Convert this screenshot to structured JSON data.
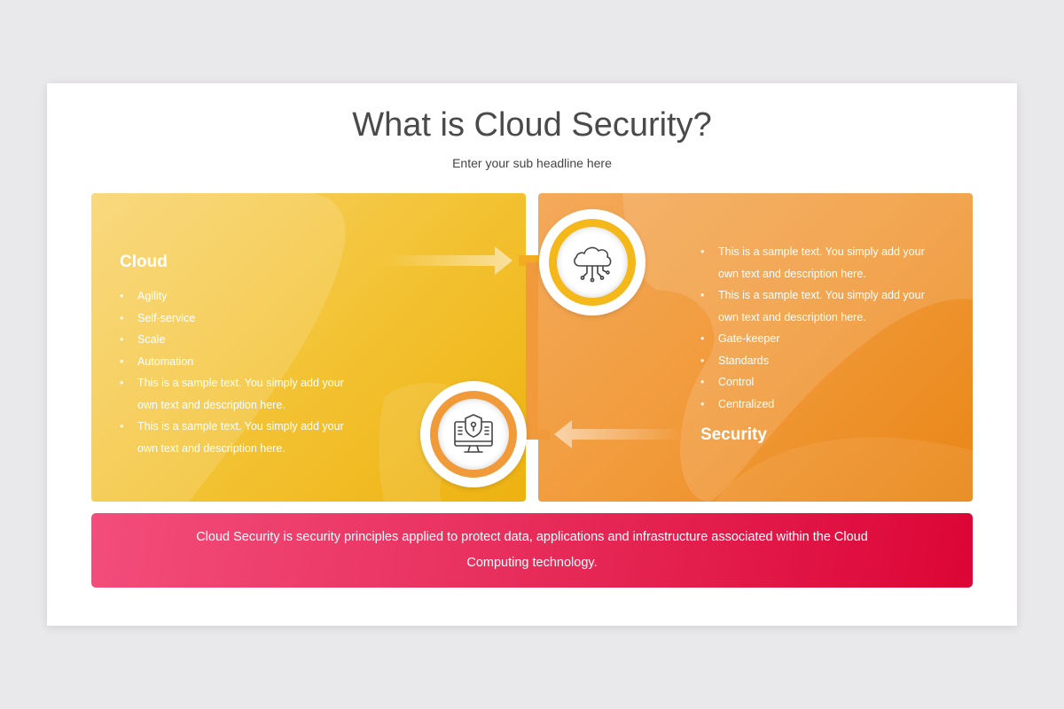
{
  "title": "What is Cloud Security?",
  "subtitle": "Enter your sub headline here",
  "cloud_panel": {
    "heading": "Cloud",
    "bullets": [
      "Agility",
      "Self-service",
      "Scale",
      "Automation",
      "This is a sample text. You simply add your own text and description here.",
      "This is a sample text. You simply add your own text and description here."
    ]
  },
  "security_panel": {
    "heading": "Security",
    "bullets": [
      "This is a sample text. You simply add your own text and description here.",
      "This is a sample text. You simply add your own text and description here.",
      "Gate-keeper",
      "Standards",
      "Control",
      "Centralized"
    ]
  },
  "icons": {
    "cloud": "cloud-network-icon",
    "security": "monitor-shield-lock-icon"
  },
  "banner": {
    "text": "Cloud Security is security principles applied to protect data, applications and infrastructure associated within the Cloud Computing technology."
  },
  "colors": {
    "cloud_panel": "#f3c232",
    "security_panel": "#f19a3a",
    "banner": "#e8305e",
    "title_text": "#4a4a4a"
  }
}
